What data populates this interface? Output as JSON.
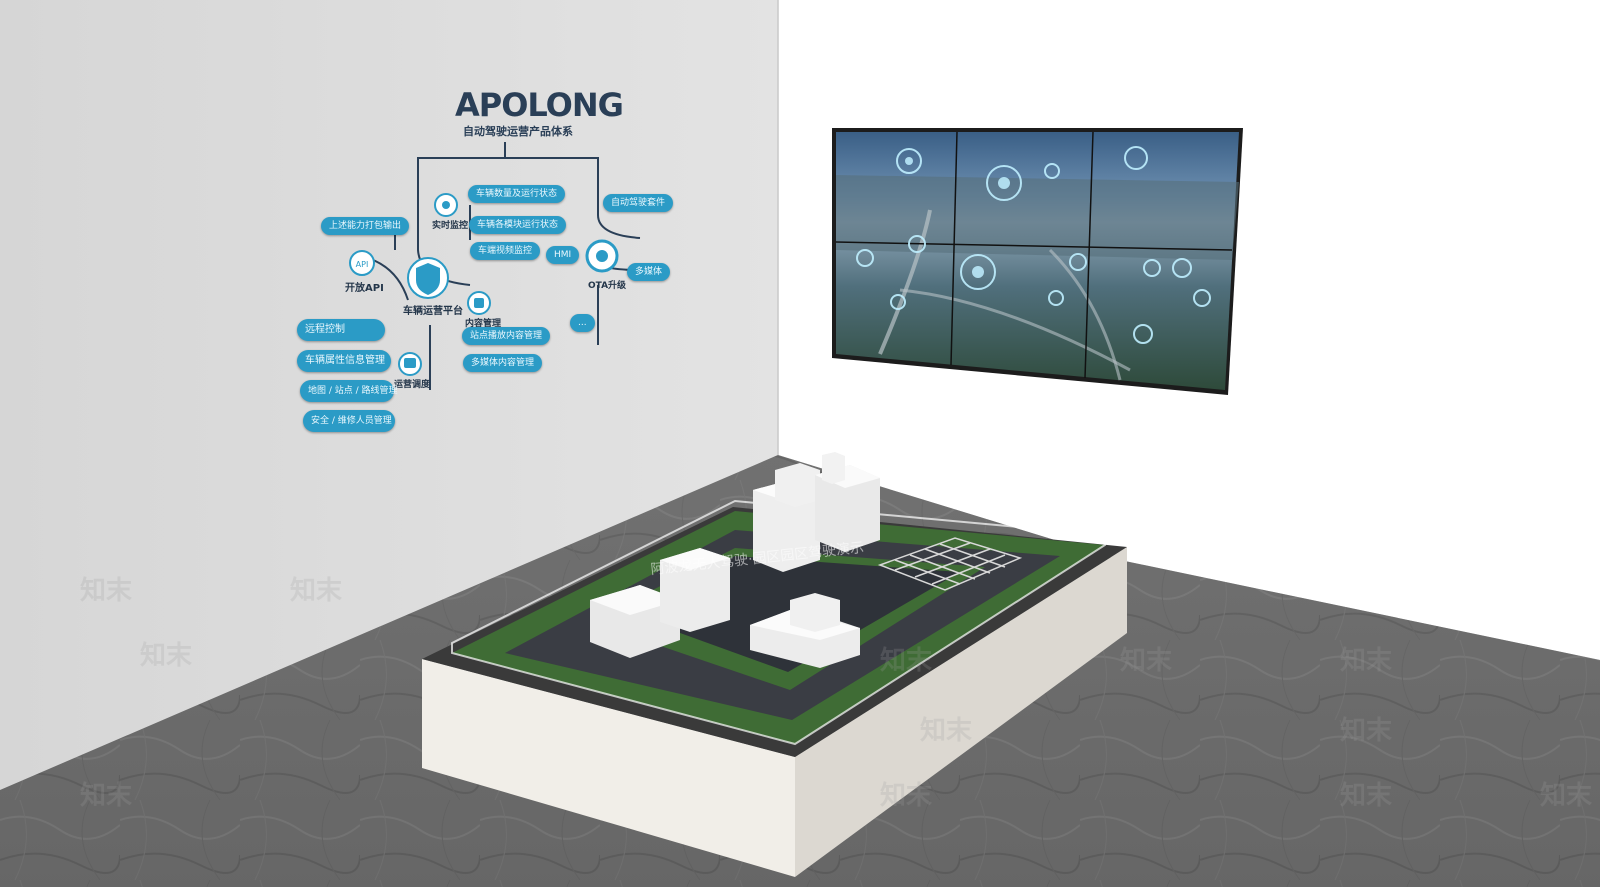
{
  "wall_graphic": {
    "brand": "APOLONG",
    "subtitle": "自动驾驶运营产品体系",
    "nodes": [
      {
        "label": "开放API",
        "icon": "api-icon"
      },
      {
        "label": "车辆运营平台",
        "icon": "shield-icon"
      },
      {
        "label": "实时监控",
        "icon": "monitor-icon"
      },
      {
        "label": "内容管理",
        "icon": "content-icon"
      },
      {
        "label": "运营调度",
        "icon": "bus-icon"
      },
      {
        "label": "OTA升级",
        "icon": "ota-icon"
      }
    ],
    "pills": [
      "上述能力打包输出",
      "远程控制",
      "车辆属性信息管理",
      "地图 / 站点 / 路线管理",
      "安全 / 维修人员管理",
      "车辆数量及运行状态",
      "车辆各模块运行状态",
      "车端视频监控",
      "站点播放内容管理",
      "多媒体内容管理",
      "自动驾驶套件",
      "HMI",
      "多媒体",
      "..."
    ]
  },
  "watermark": "知末",
  "model_banner": "阿波龙无人驾驶·园区园区驾驶演示",
  "colors": {
    "wall_left": "#dcdcdc",
    "wall_right": "#ffffff",
    "accent_pill": "#2b9bc6",
    "brand_text": "#2a3f57",
    "floor": "#6e6e6e",
    "plinth": "#efece6"
  }
}
